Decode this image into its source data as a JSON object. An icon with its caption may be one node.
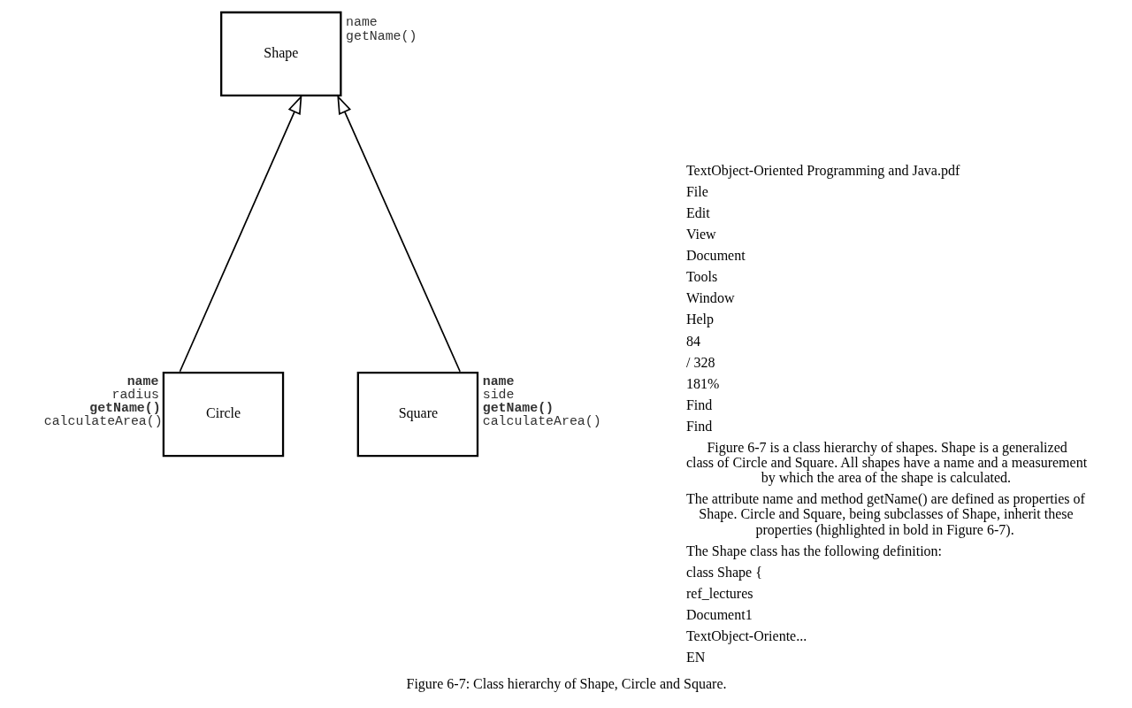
{
  "diagram": {
    "caption": "Figure 6-7: Class hierarchy of Shape, Circle and Square.",
    "nodes": [
      {
        "text": [
          "Shape"
        ],
        "beside": [
          "name",
          "getName()"
        ]
      },
      {
        "text": [
          "Circle"
        ],
        "beside": [
          "**name**",
          "radius",
          "**getName()**",
          "calculateArea()"
        ]
      },
      {
        "text": [
          "Square"
        ],
        "beside": [
          "**name**",
          "side",
          "**getName()**",
          "calculateArea()"
        ]
      }
    ],
    "edges": [
      {
        "from": 1,
        "to": 0,
        "arrow": "to"
      },
      {
        "from": 2,
        "to": 0,
        "arrow": "to"
      }
    ],
    "labels": [
      "TextObject-Oriented Programming and Java.pdf",
      "File",
      "Edit",
      "View",
      "Document",
      "Tools",
      "Window",
      "Help",
      "84",
      "/ 328",
      "181%",
      "Find",
      "Find",
      "Figure 6-7 is a class hierarchy of shapes. Shape is a generalized class of Circle and Square. All shapes have a name and a measurement by which the area of the shape is calculated.",
      "The attribute name and method getName() are defined as properties of Shape. Circle and Square, being subclasses of Shape, inherit these properties (highlighted in bold in Figure 6-7).",
      "The Shape class has the following definition:",
      "class Shape {",
      "ref_lectures",
      "Document1",
      "TextObject-Oriente...",
      "EN"
    ]
  }
}
